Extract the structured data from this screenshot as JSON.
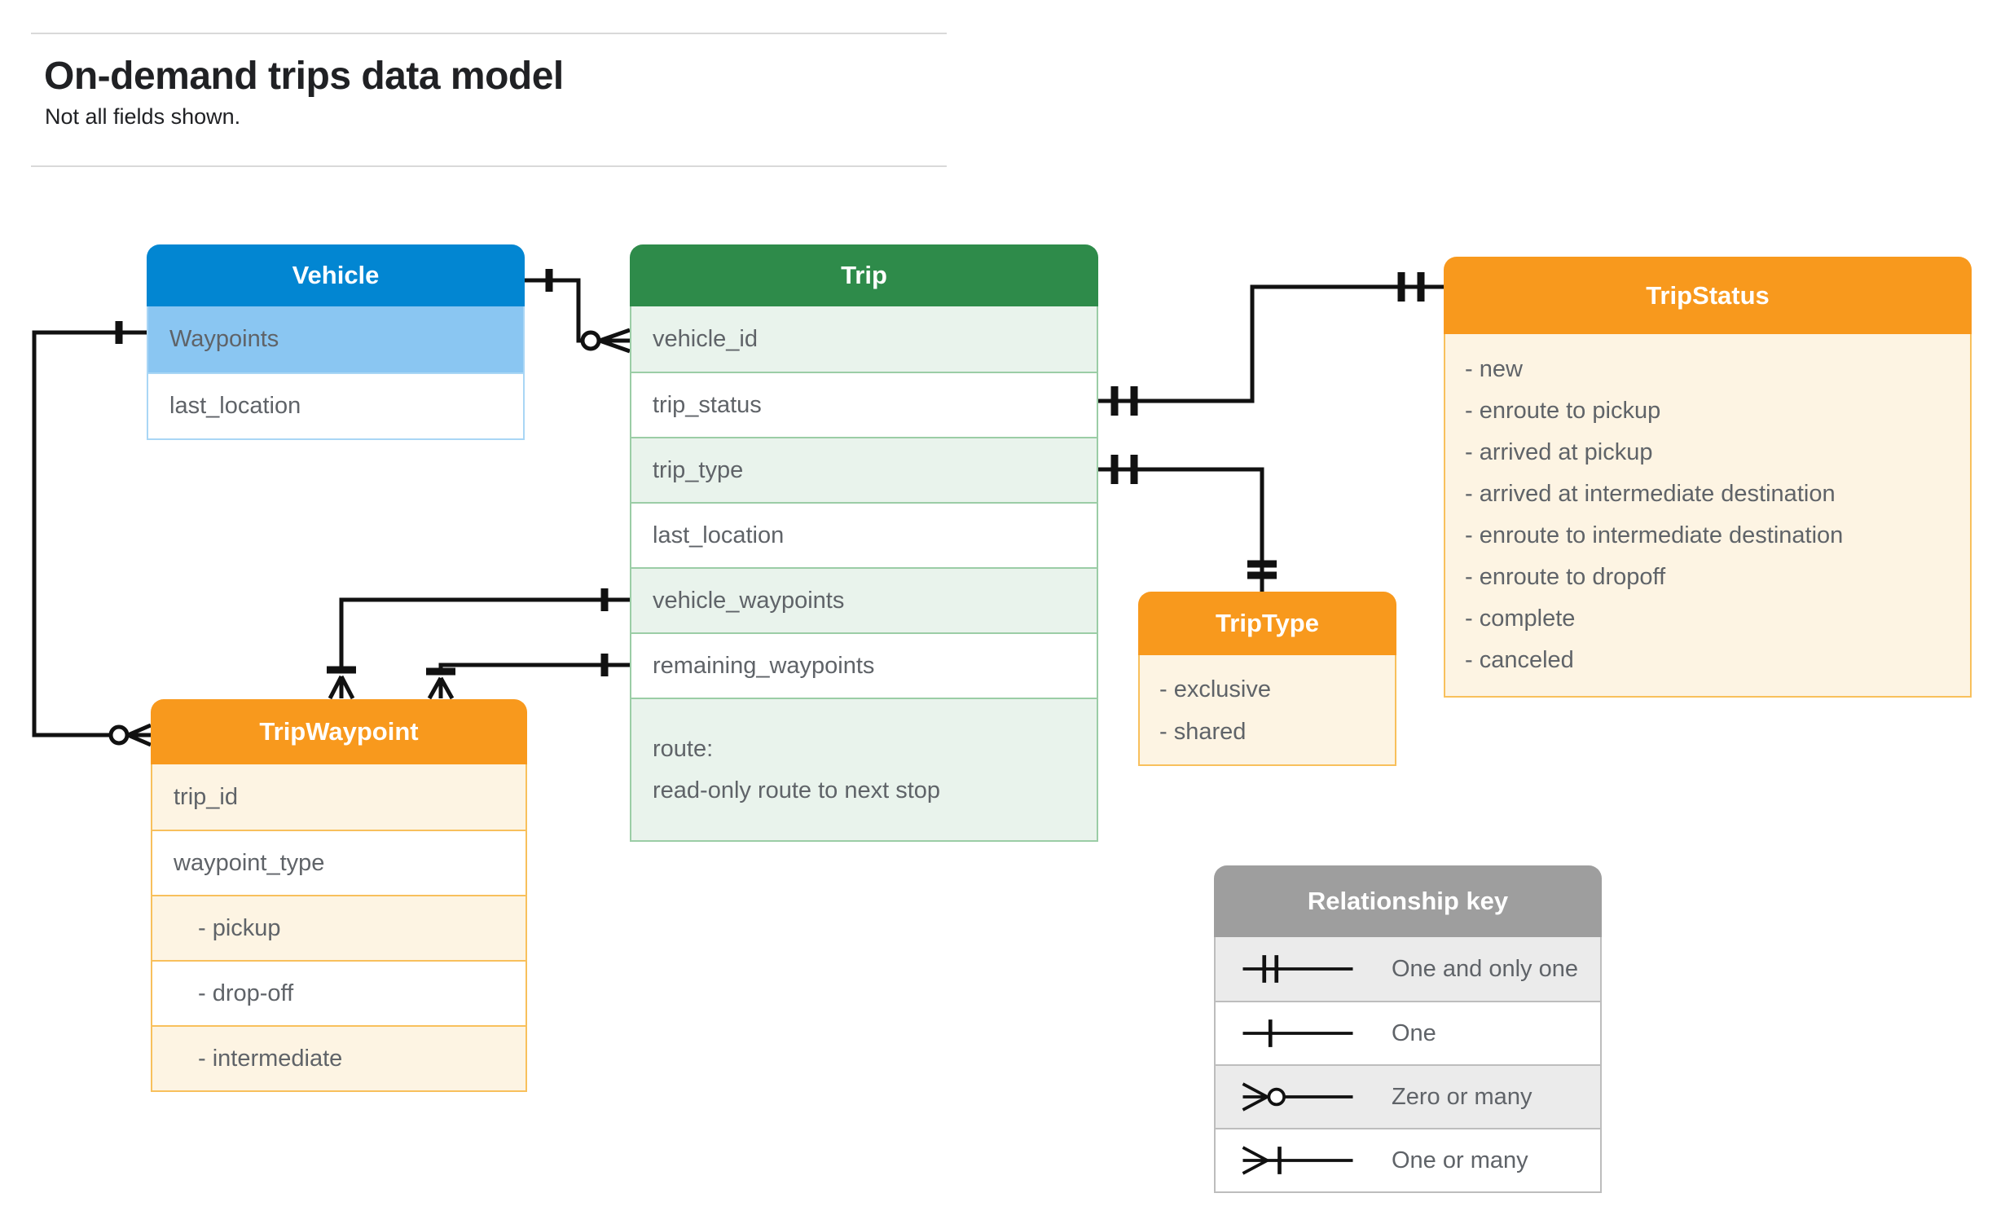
{
  "page": {
    "title": "On-demand trips data model",
    "subtitle": "Not all fields shown."
  },
  "colors": {
    "blue_header": "#0286d2",
    "blue_row": "#8ac6f2",
    "blue_border": "#a9d6f5",
    "green_header": "#2e8b4a",
    "green_row": "#e9f3ec",
    "green_border": "#9bcda6",
    "orange_header": "#f8991d",
    "orange_row": "#fdf4e3",
    "orange_border": "#f8c05c",
    "gray_header": "#9e9e9e",
    "gray_row": "#ebebeb",
    "gray_border": "#bdbdbd",
    "connector": "#111111",
    "row_text": "#5f6368",
    "title_text": "#202124"
  },
  "tables": {
    "vehicle": {
      "title": "Vehicle",
      "rows": [
        "Waypoints",
        "last_location"
      ]
    },
    "trip": {
      "title": "Trip",
      "rows": [
        "vehicle_id",
        "trip_status",
        "trip_type",
        "last_location",
        "vehicle_waypoints",
        "remaining_waypoints"
      ],
      "route": [
        "route:",
        "read-only route to next stop"
      ]
    },
    "tripstatus": {
      "title": "TripStatus",
      "items": [
        "- new",
        "- enroute to pickup",
        "- arrived at pickup",
        "- arrived at intermediate destination",
        "- enroute to intermediate destination",
        "- enroute to dropoff",
        "- complete",
        "- canceled"
      ]
    },
    "triptype": {
      "title": "TripType",
      "items": [
        "- exclusive",
        "- shared"
      ]
    },
    "tripwaypoint": {
      "title": "TripWaypoint",
      "rows": [
        "trip_id",
        "waypoint_type",
        "- pickup",
        "- drop-off",
        "- intermediate"
      ]
    }
  },
  "legend": {
    "title": "Relationship key",
    "entries": [
      {
        "symbol": "one-and-only-one-symbol",
        "label": "One and only one"
      },
      {
        "symbol": "one-symbol",
        "label": "One"
      },
      {
        "symbol": "zero-or-many-symbol",
        "label": "Zero or many"
      },
      {
        "symbol": "one-or-many-symbol",
        "label": "One or many"
      }
    ]
  }
}
